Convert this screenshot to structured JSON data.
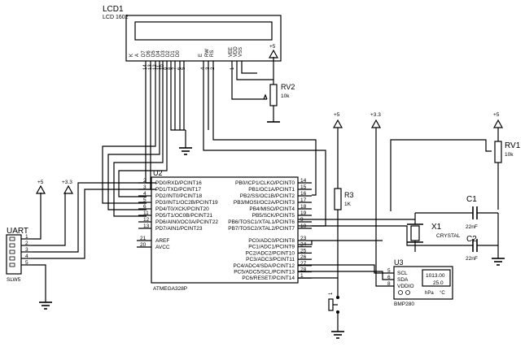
{
  "lcd": {
    "ref": "LCD1",
    "model": "LCD 1602",
    "pins": [
      "K",
      "A",
      "D7",
      "D6",
      "D5",
      "D4",
      "D3",
      "D2",
      "D1",
      "D0",
      "E",
      "RW",
      "RS",
      "VEE",
      "VDD",
      "VSS"
    ],
    "pin_numbers": [
      "14",
      "13",
      "12",
      "11",
      "10",
      "9",
      "8",
      "7",
      "6",
      "5",
      "4",
      "3",
      "2",
      "1"
    ]
  },
  "mcu": {
    "ref": "U2",
    "part": "ATMEGA328P",
    "left_pins": [
      {
        "num": "2",
        "name": "PD0/RXD/PCINT16"
      },
      {
        "num": "3",
        "name": "PD1/TXD/PCINT17"
      },
      {
        "num": "4",
        "name": "PD2/INT0/PCINT18"
      },
      {
        "num": "5",
        "name": "PD3/INT1/OC2B/PCINT19"
      },
      {
        "num": "6",
        "name": "PD4/T0/XCK/PCINT20"
      },
      {
        "num": "11",
        "name": "PD5/T1/OC0B/PCINT21"
      },
      {
        "num": "12",
        "name": "PD6/AIN0/OC0A/PCINT22"
      },
      {
        "num": "13",
        "name": "PD7/AIN1/PCINT23"
      }
    ],
    "left_extra": [
      {
        "num": "21",
        "name": "AREF"
      },
      {
        "num": "20",
        "name": "AVCC"
      }
    ],
    "right_pins_b": [
      {
        "num": "14",
        "name": "PB0/ICP1/CLKO/PCINT0"
      },
      {
        "num": "15",
        "name": "PB1/OC1A/PCINT1"
      },
      {
        "num": "16",
        "name": "PB2/SS/OC1B/PCINT2"
      },
      {
        "num": "17",
        "name": "PB3/MOSI/OC2A/PCINT3"
      },
      {
        "num": "18",
        "name": "PB4/MISO/PCINT4"
      },
      {
        "num": "19",
        "name": "PB5/SCK/PCINT5"
      },
      {
        "num": "9",
        "name": "PB6/TOSC1/XTAL1/PCINT6"
      },
      {
        "num": "10",
        "name": "PB7/TOSC2/XTAL2/PCINT7"
      }
    ],
    "right_pins_c": [
      {
        "num": "23",
        "name": "PC0/ADC0/PCINT8"
      },
      {
        "num": "24",
        "name": "PC1/ADC1/PCINT9"
      },
      {
        "num": "25",
        "name": "PC2/ADC2/PCINT10"
      },
      {
        "num": "26",
        "name": "PC3/ADC3/PCINT11"
      },
      {
        "num": "27",
        "name": "PC4/ADC4/SDA/PCINT12"
      },
      {
        "num": "28",
        "name": "PC5/ADC5/SCL/PCINT13"
      },
      {
        "num": "1",
        "name": "PC6/RESET/PCINT14"
      }
    ]
  },
  "uart": {
    "ref": "UART",
    "part": "SLW5",
    "pins": [
      "1",
      "2",
      "3",
      "4",
      "5"
    ]
  },
  "rails": {
    "p5": "+5",
    "p33": "+3.3"
  },
  "rv2": {
    "ref": "RV2",
    "value": "10k"
  },
  "rv1": {
    "ref": "RV1",
    "value": "10k"
  },
  "r3": {
    "ref": "R3",
    "value": "1K"
  },
  "c1": {
    "ref": "C1",
    "value": "22nF"
  },
  "c2": {
    "ref": "C2",
    "value": "22nF"
  },
  "x1": {
    "ref": "X1",
    "value": "CRYSTAL"
  },
  "bmp": {
    "ref": "U3",
    "part": "BMP280",
    "pins": [
      {
        "num": "5",
        "name": "SCL"
      },
      {
        "num": "6",
        "name": "SDA"
      },
      {
        "num": "8",
        "name": "VDDIO"
      }
    ],
    "display_values": [
      "1013.00",
      "25.0"
    ],
    "units": "hPa",
    "units2": "°C"
  },
  "reset_pin": "1"
}
